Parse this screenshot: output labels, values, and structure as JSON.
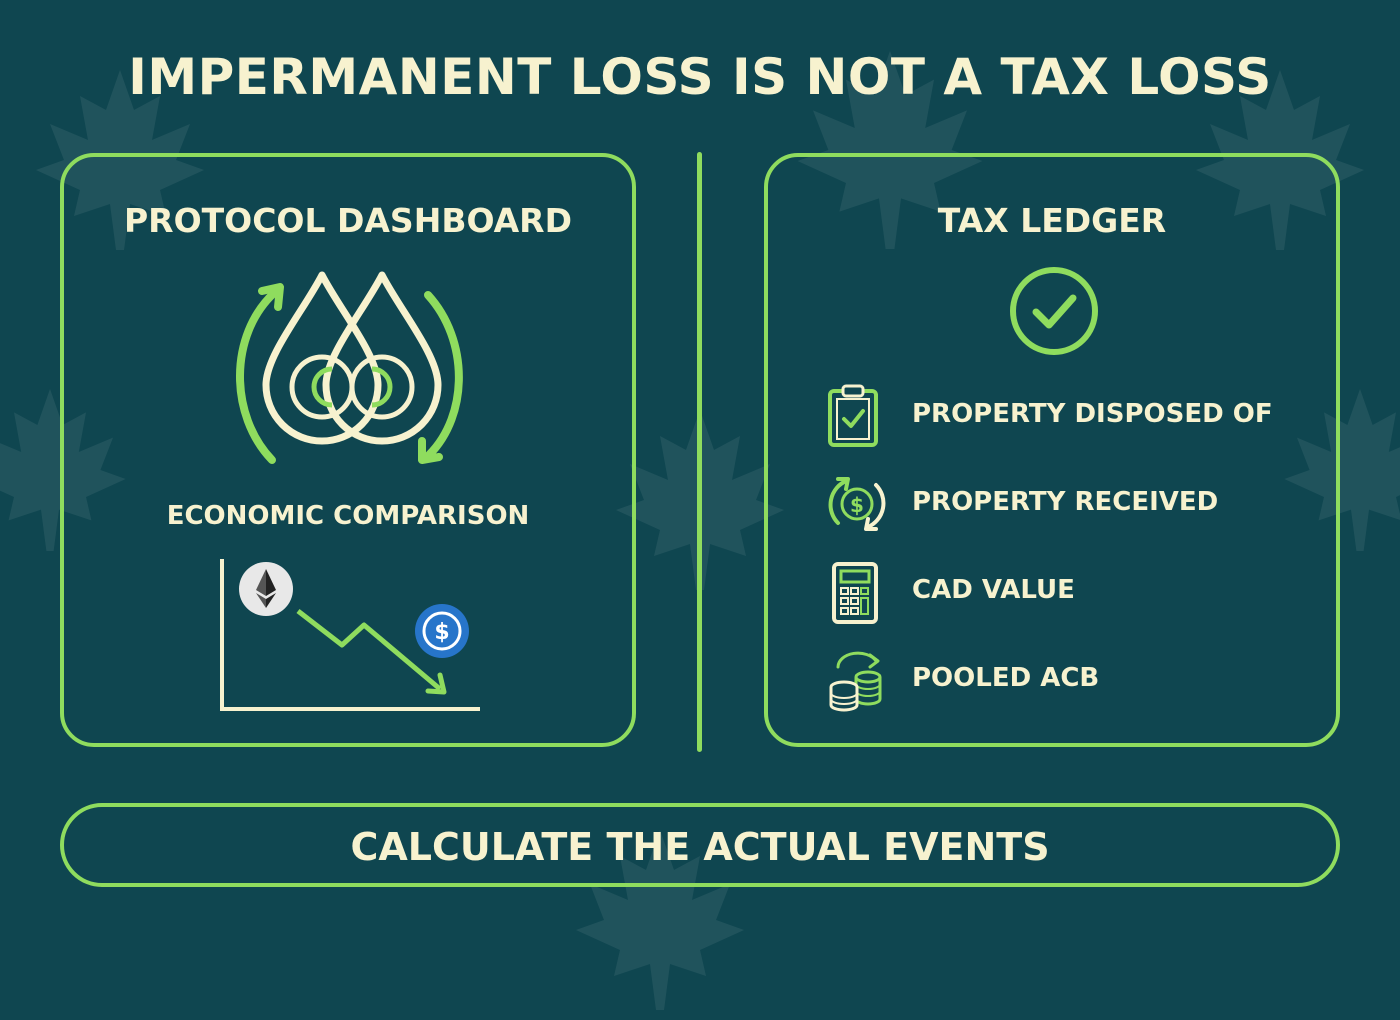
{
  "title": "IMPERMANENT LOSS IS NOT A TAX LOSS",
  "left_panel": {
    "title": "PROTOCOL DASHBOARD",
    "subheading": "ECONOMIC COMPARISON"
  },
  "right_panel": {
    "title": "TAX LEDGER",
    "items": [
      {
        "label": "PROPERTY DISPOSED OF",
        "icon": "clipboard-check-icon"
      },
      {
        "label": "PROPERTY RECEIVED",
        "icon": "dollar-exchange-icon"
      },
      {
        "label": "CAD VALUE",
        "icon": "calculator-icon"
      },
      {
        "label": "POOLED ACB",
        "icon": "coin-stacks-icon"
      }
    ]
  },
  "footer": {
    "label": "CALCULATE THE ACTUAL EVENTS"
  },
  "colors": {
    "background": "#0f4650",
    "accent": "#8fdc5e",
    "text": "#f7f2cf",
    "usdc_blue": "#2775ca"
  }
}
